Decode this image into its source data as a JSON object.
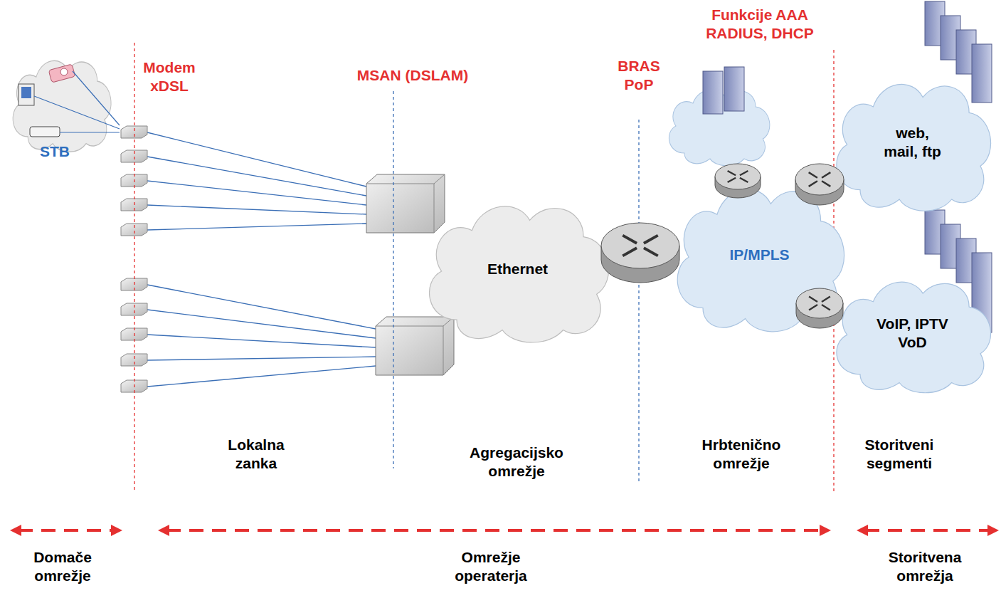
{
  "diagram": {
    "nodes": [
      {
        "text": [
          "Ethernet"
        ]
      },
      {
        "text": [
          "IP/MPLS"
        ]
      },
      {
        "text": [
          "web, mail, ftp"
        ]
      },
      {
        "text": [
          "VoIP, IPTV VoD"
        ]
      }
    ],
    "labels": [
      "Modem xDSL",
      "MSAN (DSLAM)",
      "BRAS PoP",
      "Funkcije AAA RADIUS, DHCP",
      "STB",
      "Lokalna zanka",
      "Agregacijsko omrežje",
      "Hrbtenično omrežje",
      "Storitveni segmenti",
      "Domače omrežje",
      "Omrežje operaterja",
      "Storitvena omrežja"
    ]
  }
}
